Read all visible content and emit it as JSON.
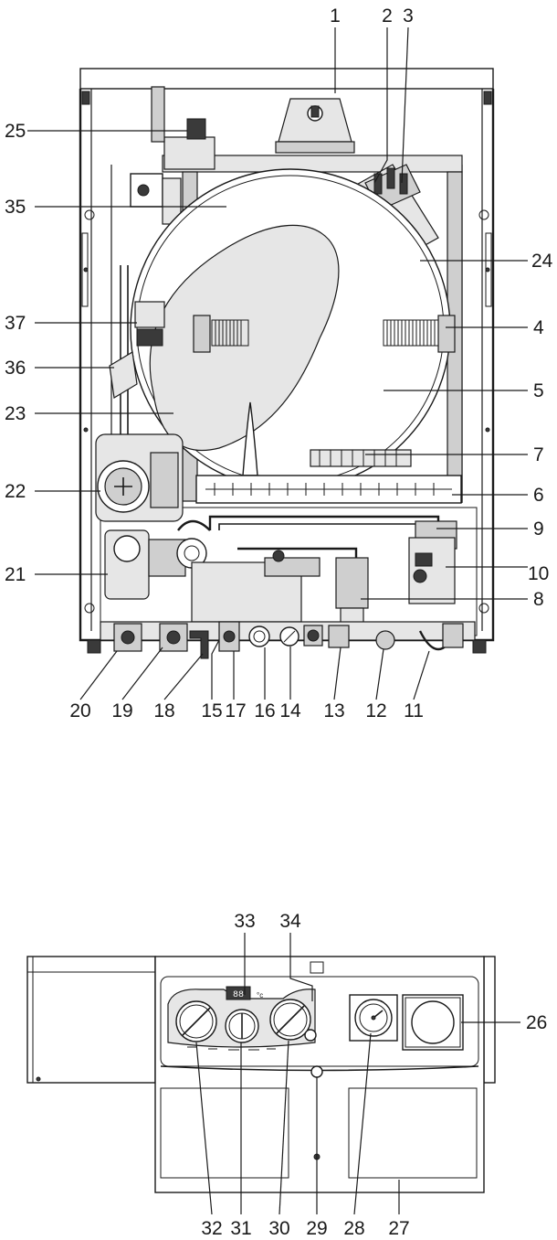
{
  "labels_top": {
    "l1": "1",
    "l2": "2",
    "l3": "3",
    "l4": "4",
    "l5": "5",
    "l6": "6",
    "l7": "7",
    "l8": "8",
    "l9": "9",
    "l10": "10",
    "l11": "11",
    "l12": "12",
    "l13": "13",
    "l14": "14",
    "l15": "15",
    "l16": "16",
    "l17": "17",
    "l18": "18",
    "l19": "19",
    "l20": "20",
    "l21": "21",
    "l22": "22",
    "l23": "23",
    "l24": "24",
    "l25": "25",
    "l35": "35",
    "l36": "36",
    "l37": "37"
  },
  "labels_bottom": {
    "l26": "26",
    "l27": "27",
    "l28": "28",
    "l29": "29",
    "l30": "30",
    "l31": "31",
    "l32": "32",
    "l33": "33",
    "l34": "34"
  },
  "panel": {
    "display_text": "88",
    "temp_unit": "°c"
  }
}
